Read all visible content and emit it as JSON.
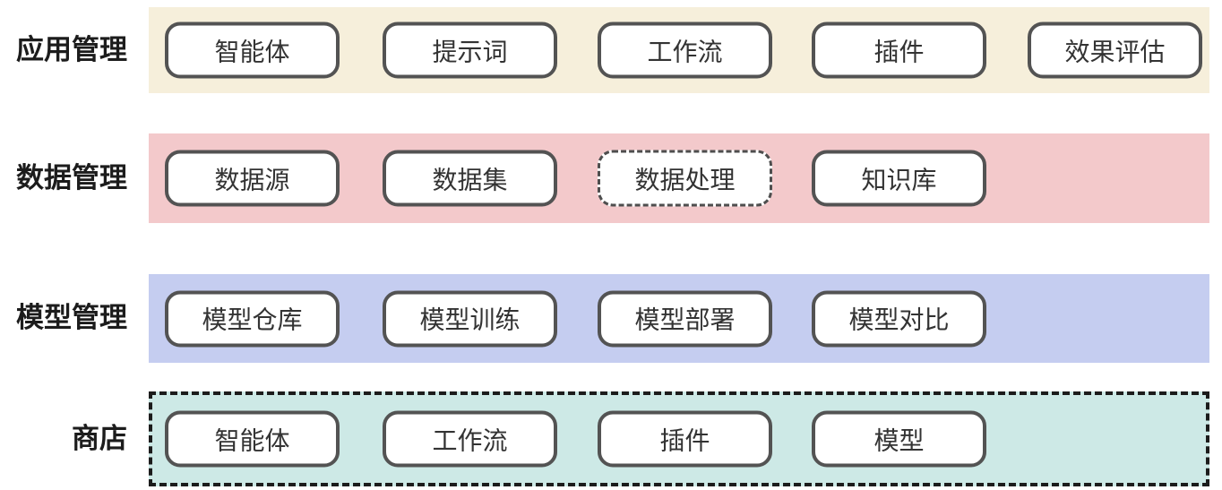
{
  "diagram": {
    "background": "#ffffff",
    "colors": {
      "node_fill": "#ffffff",
      "node_border": "#535353",
      "node_text": "#333333",
      "label_text": "#1c1c1c",
      "store_band_border": "#1c1c1c"
    },
    "rows": [
      {
        "label": "应用管理",
        "band_color": "#f6efdb",
        "band_border": "none",
        "items": [
          {
            "label": "智能体",
            "border_style": "solid"
          },
          {
            "label": "提示词",
            "border_style": "solid"
          },
          {
            "label": "工作流",
            "border_style": "solid"
          },
          {
            "label": "插件",
            "border_style": "solid"
          },
          {
            "label": "效果评估",
            "border_style": "solid"
          }
        ]
      },
      {
        "label": "数据管理",
        "band_color": "#f3c9cb",
        "band_border": "none",
        "items": [
          {
            "label": "数据源",
            "border_style": "solid"
          },
          {
            "label": "数据集",
            "border_style": "solid"
          },
          {
            "label": "数据处理",
            "border_style": "dashed"
          },
          {
            "label": "知识库",
            "border_style": "solid"
          }
        ]
      },
      {
        "label": "模型管理",
        "band_color": "#c5cdf0",
        "band_border": "none",
        "items": [
          {
            "label": "模型仓库",
            "border_style": "solid"
          },
          {
            "label": "模型训练",
            "border_style": "solid"
          },
          {
            "label": "模型部署",
            "border_style": "solid"
          },
          {
            "label": "模型对比",
            "border_style": "solid"
          }
        ]
      },
      {
        "label": "商店",
        "band_color": "#cde9e6",
        "band_border": "dashed",
        "items": [
          {
            "label": "智能体",
            "border_style": "solid"
          },
          {
            "label": "工作流",
            "border_style": "solid"
          },
          {
            "label": "插件",
            "border_style": "solid"
          },
          {
            "label": "模型",
            "border_style": "solid"
          }
        ]
      }
    ]
  }
}
